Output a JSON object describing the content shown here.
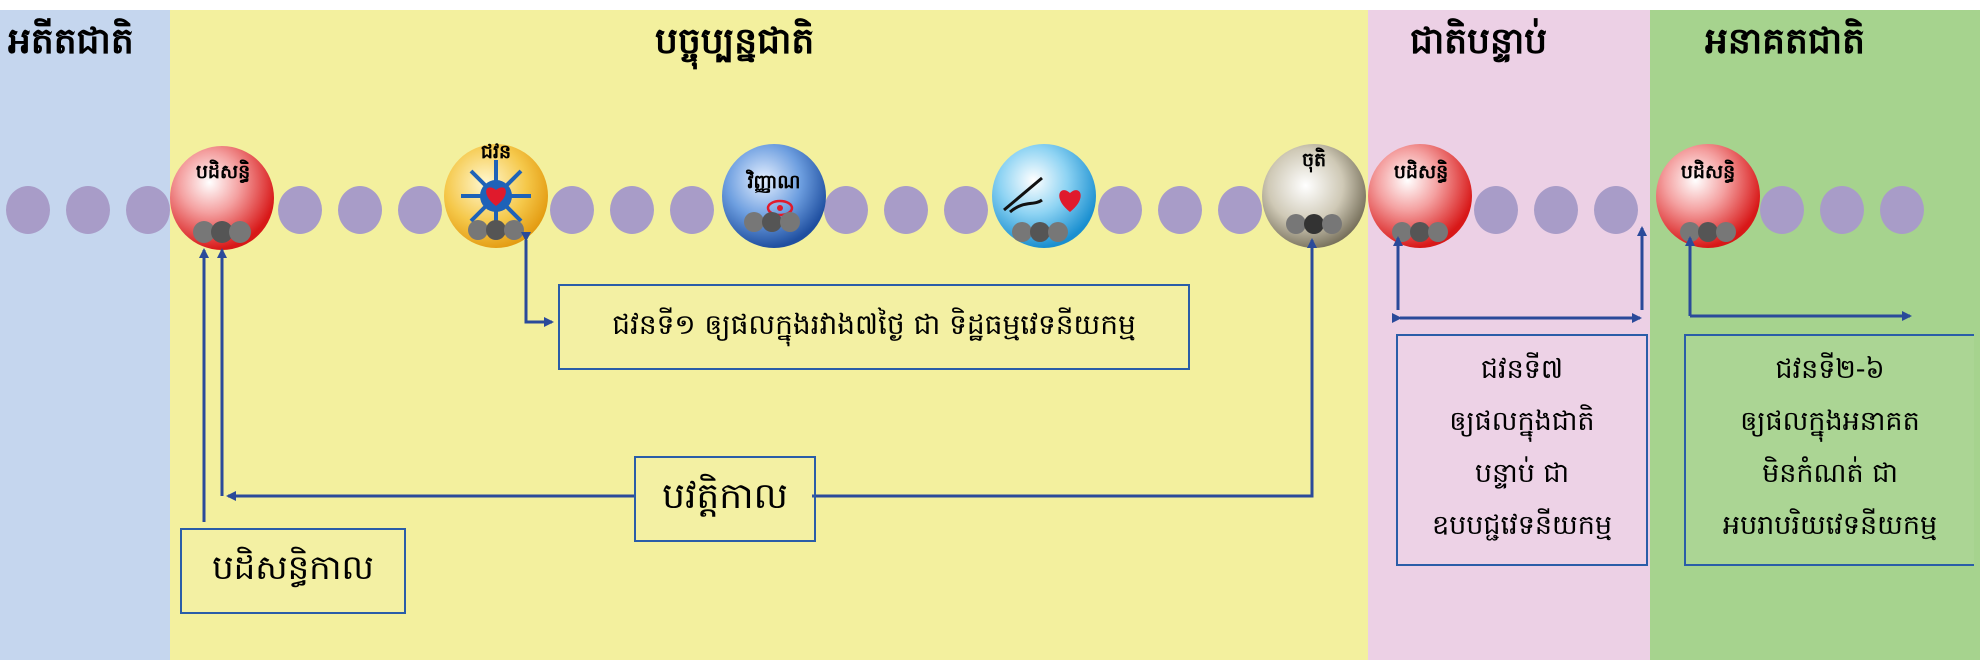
{
  "panels": {
    "past": {
      "title": "អតីតជាតិ",
      "color": "#c5d6ee"
    },
    "present": {
      "title": "បច្ចុប្បន្នជាតិ",
      "color": "#f3f09e"
    },
    "next": {
      "title": "ជាតិបន្ទាប់",
      "color": "#ecd0e5"
    },
    "future": {
      "title": "អនាគតជាតិ",
      "color": "#a6d38e"
    }
  },
  "balls": {
    "patisandhi": "បដិសន្ធិ",
    "javana": "ជវន",
    "vinnana": "វិញ្ញាណ",
    "cuti": "ចុតិ"
  },
  "boxes": {
    "first_javana": "ជវនទី១ ឲ្យផលក្នុងរវាង៧ថ្ងៃ ជា ទិដ្ឋធម្មវេទនីយកម្ម",
    "pavatti": "បវត្តិកាល",
    "patisandhi_kala": "បដិសន្ធិកាល",
    "seventh_javana": {
      "line1": "ជវនទី៧",
      "line2": "ឲ្យផលក្នុងជាតិ",
      "line3": "បន្ទាប់ ជា",
      "line4": "ឧបបជ្ជវេទនីយកម្ម"
    },
    "middle_javana": {
      "line1": "ជវនទី២-៦",
      "line2": "ឲ្យផលក្នុងអនាគត",
      "line3": "មិនកំណត់ ជា",
      "line4": "អបរាបរិយវេទនីយកម្ម"
    }
  },
  "colors": {
    "arrow": "#2a4a9a",
    "box_border": "#2a5da8",
    "dot": "#a89cc8",
    "ball_red": "#e02020",
    "ball_gold": "#f2b01e",
    "ball_blue": "#2e6fc4",
    "ball_cyan": "#2aa8e2",
    "ball_grey": "#8a8470"
  }
}
